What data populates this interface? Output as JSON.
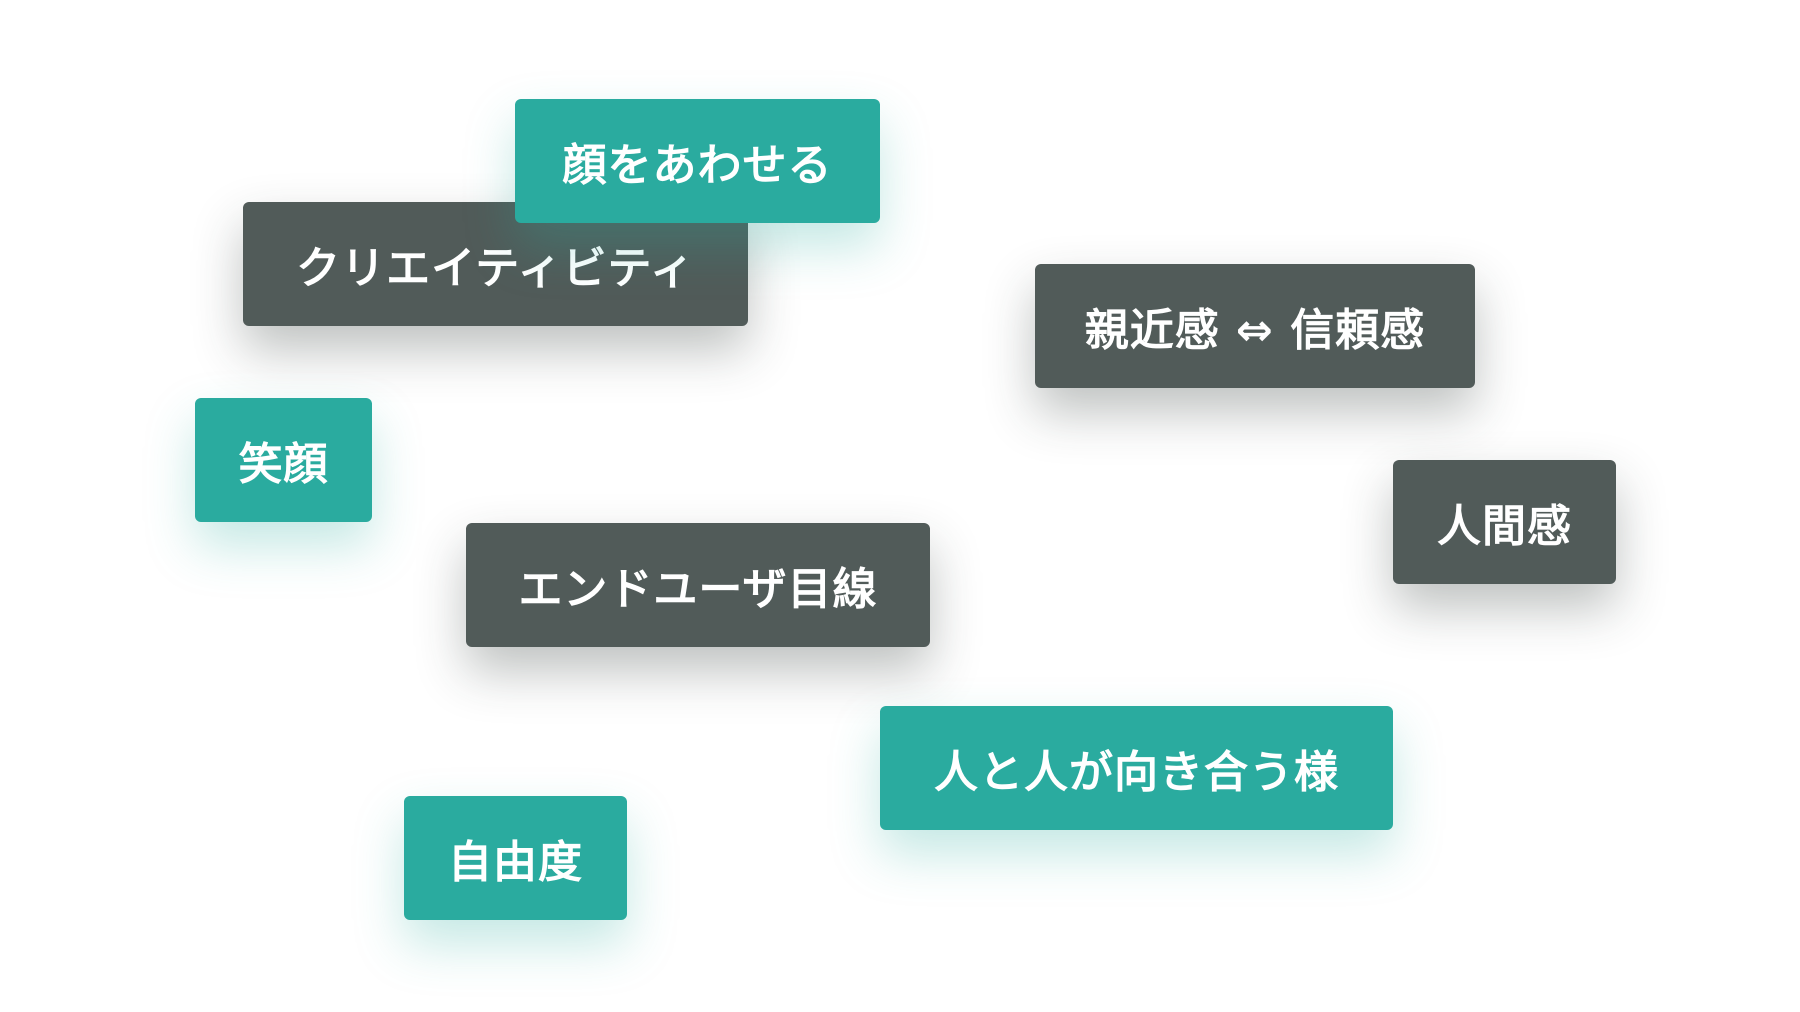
{
  "colors": {
    "teal": "#2aab9f",
    "dark": "#515b59"
  },
  "tags": [
    {
      "label": "顔をあわせる",
      "style": "teal"
    },
    {
      "label": "クリエイティビティ",
      "style": "dark"
    },
    {
      "label": "親近感 ⇔ 信頼感",
      "style": "dark"
    },
    {
      "label": "笑顔",
      "style": "teal"
    },
    {
      "label": "人間感",
      "style": "dark"
    },
    {
      "label": "エンドユーザ目線",
      "style": "dark"
    },
    {
      "label": "人と人が向き合う様",
      "style": "teal"
    },
    {
      "label": "自由度",
      "style": "teal"
    }
  ]
}
